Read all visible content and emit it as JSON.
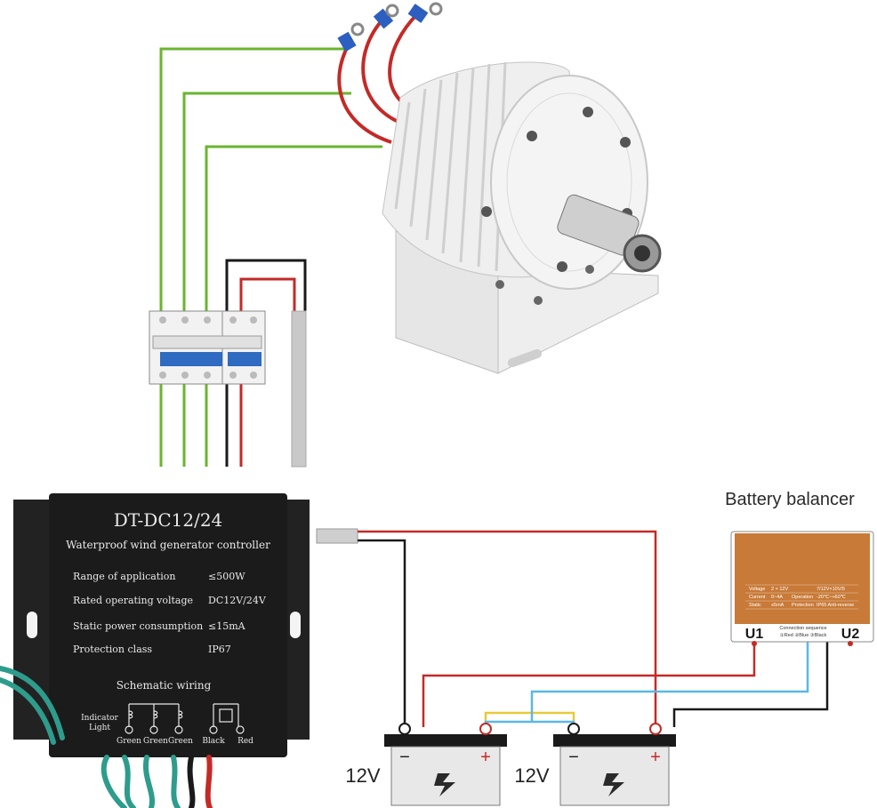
{
  "controller": {
    "model": "DT-DC12/24",
    "subtitle": "Waterproof wind generator controller",
    "specs": [
      {
        "label": "Range of application",
        "value": "≤500W"
      },
      {
        "label": "Rated operating voltage",
        "value": "DC12V/24V"
      },
      {
        "label": "Static power consumption",
        "value": "≤15mA"
      },
      {
        "label": "Protection class",
        "value": "IP67"
      }
    ],
    "schematic_title": "Schematic wiring",
    "indicator_label_1": "Indicator",
    "indicator_label_2": "Light",
    "terminals": [
      "Green",
      "Green",
      "Green",
      "Black",
      "Red"
    ]
  },
  "balancer": {
    "title": "Battery balancer",
    "spec_rows": [
      [
        "Voltage",
        "2 × 12V",
        "",
        "7/12V×10V/5"
      ],
      [
        "Current",
        "0~4A",
        "Operation",
        "-20℃~+60℃"
      ],
      [
        "Static",
        "≤5mA",
        "Protection",
        "IP65 Anti-reverse"
      ]
    ],
    "connection_label": "Connection sequence",
    "connection_items": "①Red ②Blue ③Black",
    "left_port": "U1",
    "right_port": "U2"
  },
  "batteries": [
    {
      "voltage": "12V",
      "minus": "−",
      "plus": "+"
    },
    {
      "voltage": "12V",
      "minus": "−",
      "plus": "+"
    }
  ],
  "colors": {
    "wire_green": "#6ab42f",
    "wire_red": "#c42a27",
    "wire_black": "#1a1a1a",
    "wire_blue": "#5ab8e6",
    "wire_yellow": "#e8c93a",
    "controller_body": "#1b1b1b",
    "balancer_body": "#c87a38"
  }
}
